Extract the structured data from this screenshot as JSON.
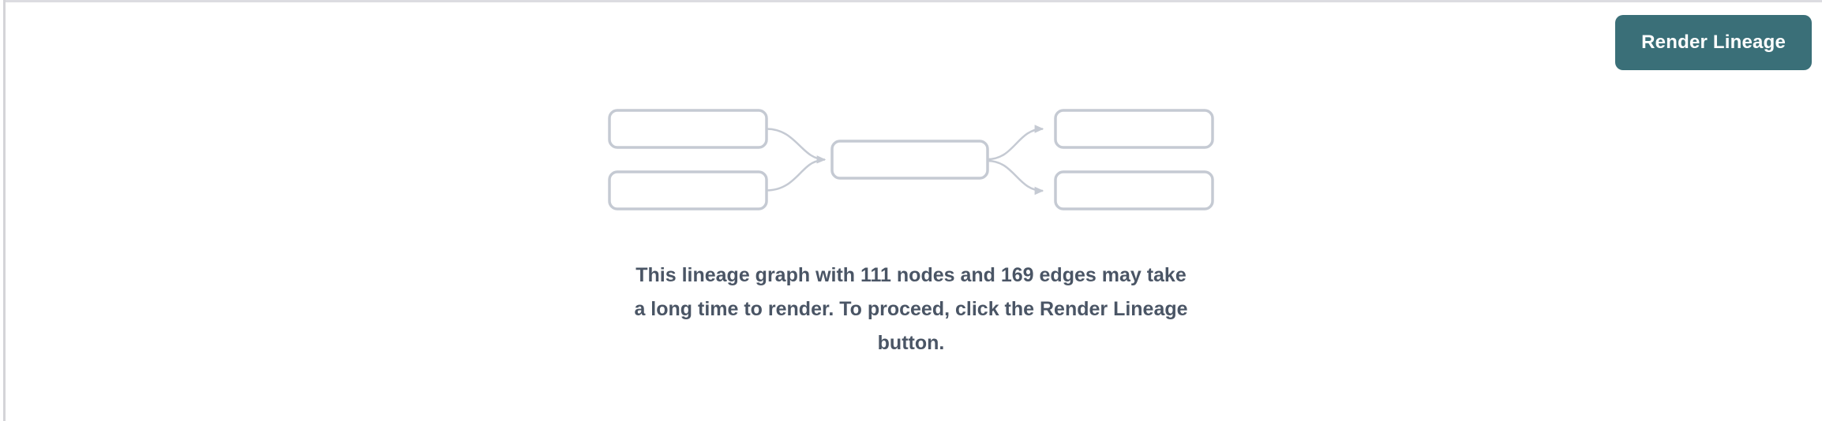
{
  "panel": {
    "background_color": "#ffffff",
    "top_border_color": "#dcdce1",
    "left_divider_color": "#d4d4d8"
  },
  "header": {
    "render_lineage_button": {
      "label": "Render Lineage",
      "background_color": "#3a6f78",
      "text_color": "#ffffff"
    }
  },
  "empty_state": {
    "graphic": {
      "name": "lineage-graph-placeholder",
      "node_box_count": 5,
      "box_fill_color": "#ffffff",
      "box_border_color": "#c5cad3",
      "arrow_color": "#c5cad3"
    },
    "node_count": "111",
    "edge_count": "169",
    "text_color": "#4a5565",
    "message_full": "This lineage graph with 111 nodes and 169 edges may take a long time to render. To proceed, click the Render Lineage button.",
    "message_lines": [
      "This lineage graph with 111 nodes and 169 edges may take",
      "a long time to render. To proceed, click the Render Lineage",
      "button."
    ]
  }
}
